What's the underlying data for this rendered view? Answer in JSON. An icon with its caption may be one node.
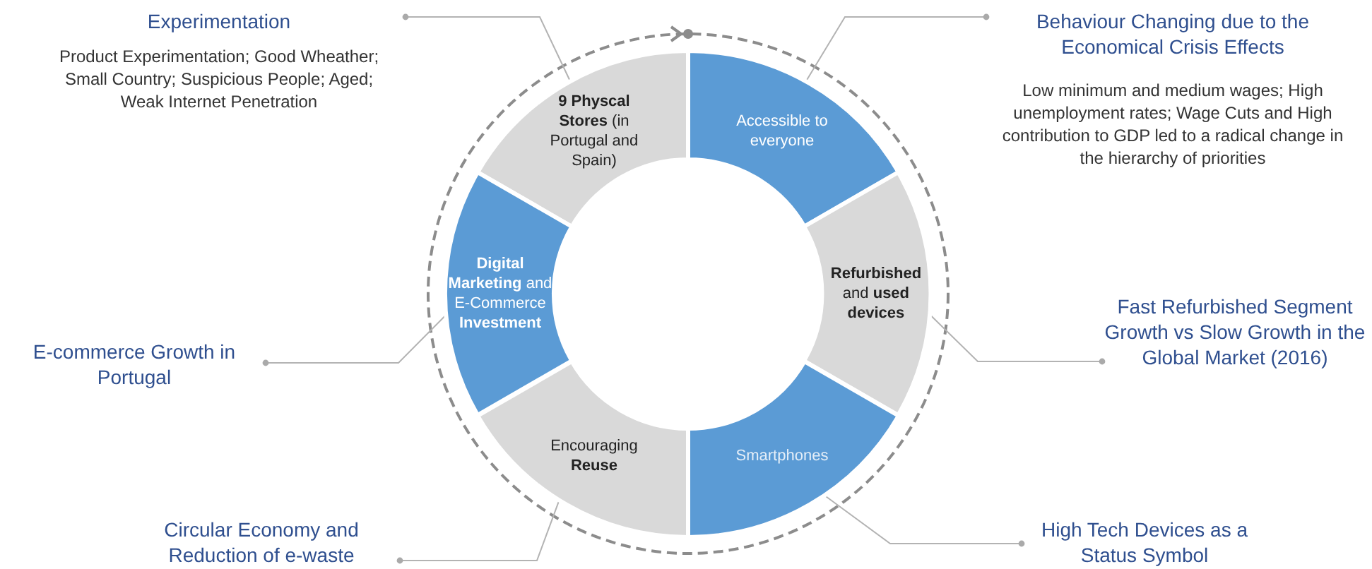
{
  "diagram": {
    "nodes": [
      {
        "text": [
          "Experimentation",
          "Product Experimentation; Good Wheather; Small Country; Suspicious People; Aged; Weak Internet Penetration"
        ]
      },
      {
        "text": [
          "Behaviour Changing due to the Economical Crisis Effects",
          "Low minimum and medium wages; High unemployment rates; Wage Cuts and High contribution to GDP led to a radical change in the hierarchy of priorities"
        ]
      },
      {
        "text": [
          "**9 Physcal Stores** (in Portugal and Spain)"
        ]
      },
      {
        "text": [
          "Accessible to everyone"
        ]
      },
      {
        "text": [
          "**Digital Marketing** and E-Commerce **Investment**"
        ]
      },
      {
        "text": [
          "**Refurbished** and **used devices**"
        ]
      },
      {
        "text": [
          "E-commerce Growth in Portugal"
        ]
      },
      {
        "text": [
          "Fast Refurbished Segment Growth vs Slow Growth in the Global Market (2016)"
        ]
      },
      {
        "text": [
          "Encouraging **Reuse**"
        ]
      },
      {
        "text": [
          "Smartphones"
        ]
      },
      {
        "text": [
          "Circular Economy and Reduction of e-waste"
        ]
      },
      {
        "text": [
          "High Tech Devices as a Status Symbol"
        ]
      }
    ],
    "edges": [
      {
        "from": 0,
        "to": 2,
        "arrow": "other"
      },
      {
        "from": 1,
        "to": 3,
        "arrow": "other"
      },
      {
        "from": 6,
        "to": 4,
        "arrow": "other"
      },
      {
        "from": 7,
        "to": 5,
        "arrow": "other"
      },
      {
        "from": 10,
        "to": 8,
        "arrow": "other"
      },
      {
        "from": 11,
        "to": 9,
        "arrow": "other"
      }
    ]
  }
}
